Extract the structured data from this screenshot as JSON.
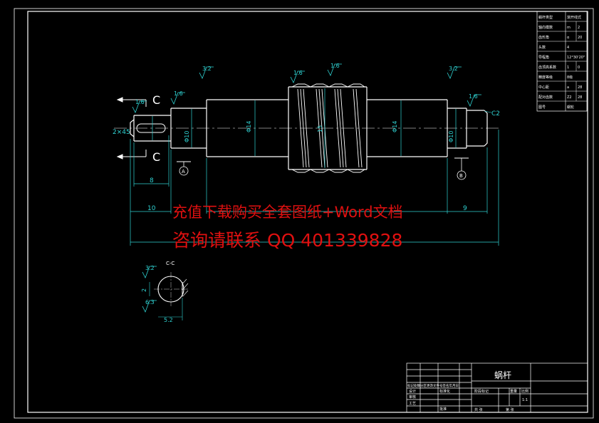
{
  "watermark": {
    "line1": "充值下载购买全套图纸+Word文档",
    "line2": "咨询请联系 QQ 401339828"
  },
  "section_marks": {
    "c_top": "C",
    "c_bottom": "C",
    "c_view": "C-C",
    "a_circle": "A",
    "b_circle": "B"
  },
  "dimensions": {
    "d10_left": "10",
    "d8": "8",
    "d9_right": "9",
    "d14_a": "Φ14",
    "d14_b": "Φ14",
    "d10_tol_left": "Φ10",
    "d10_tol_right": "Φ10",
    "chamfer_left": "2×45",
    "chamfer_right": "C2",
    "thread_center": "15",
    "sect_width": "2",
    "sect_depth": "5.2"
  },
  "roughness": {
    "r1": "1.6",
    "r2": "1.6",
    "r3": "3.2",
    "r4": "1.6",
    "r5": "1.6",
    "r6": "3.2",
    "r7": "1.6",
    "r8": "3.2",
    "r9": "6.3"
  },
  "param_table": {
    "rows": [
      [
        "蜗杆类型",
        "渐开线式"
      ],
      [
        "轴向模数",
        "m",
        "2"
      ],
      [
        "齿形角",
        "α",
        "20"
      ],
      [
        "头数",
        "4"
      ],
      [
        "导程角",
        "12°30'20\""
      ],
      [
        "齿顶高系数",
        "1",
        "0"
      ],
      [
        "精度等级",
        "8级"
      ],
      [
        "中心距",
        "a",
        "28"
      ],
      [
        "配对齿数",
        "Z2",
        "28"
      ],
      [
        "图号",
        "蜗轮"
      ]
    ]
  },
  "title_block": {
    "part_name": "蜗杆",
    "material_line": "标记处数分区更改文件号签名年月日",
    "design": "设计",
    "standard": "标准化",
    "check": "审核",
    "process": "工艺",
    "approve": "批准",
    "stage_mark": "阶段标记",
    "weight": "重量",
    "scale": "比例",
    "sheet_total": "共 张",
    "sheet_no": "第 张",
    "scale_val": "1:1"
  }
}
